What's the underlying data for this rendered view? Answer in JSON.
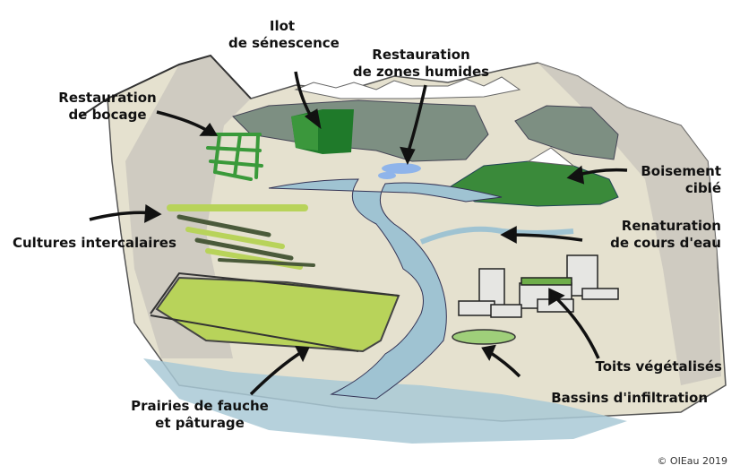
{
  "labels": {
    "ilot": [
      "Ilot",
      "de sénescence"
    ],
    "zones_humides": [
      "Restauration",
      "de zones humides"
    ],
    "bocage": [
      "Restauration",
      "de bocage"
    ],
    "boisement": [
      "Boisement",
      "ciblé"
    ],
    "cultures": [
      "Cultures intercalaires"
    ],
    "renaturation": [
      "Renaturation",
      "de cours d'eau"
    ],
    "toits": [
      "Toits végétalisés"
    ],
    "bassins": [
      "Bassins d'infiltration"
    ],
    "prairies": [
      "Prairies de fauche",
      "et pâturage"
    ]
  },
  "credit": "© OIEau 2019",
  "colors": {
    "ground": "#e5e1cf",
    "mountain_shade": "#c9c6bd",
    "forest": "#7d8f82",
    "forest_bright": "#3a8a3a",
    "forest_dark": "#1f7a2a",
    "meadow": "#b8d35a",
    "water": "#a9c9d6",
    "river": "#9fc3d2",
    "building": "#e6e6e3",
    "roof_green": "#6fae4a"
  }
}
